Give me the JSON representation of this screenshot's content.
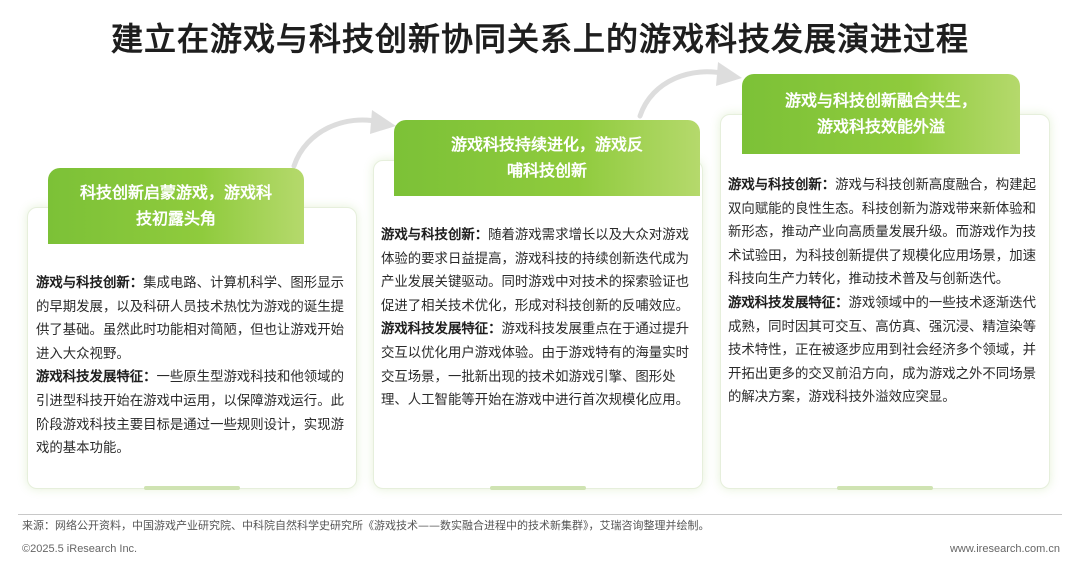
{
  "title": "建立在游戏与科技创新协同关系上的游戏科技发展演进过程",
  "stages": [
    {
      "banner_line1": "科技创新启蒙游戏，游戏科",
      "banner_line2": "技初露头角",
      "relation_label": "游戏与科技创新：",
      "relation_text": "集成电路、计算机科学、图形显示的早期发展，以及科研人员技术热忱为游戏的诞生提供了基础。虽然此时功能相对简陋，但也让游戏开始进入大众视野。",
      "feature_label": "游戏科技发展特征：",
      "feature_text": "一些原生型游戏科技和他领域的引进型科技开始在游戏中运用，以保障游戏运行。此阶段游戏科技主要目标是通过一些规则设计，实现游戏的基本功能。"
    },
    {
      "banner_line1": "游戏科技持续进化，游戏反",
      "banner_line2": "哺科技创新",
      "relation_label": "游戏与科技创新：",
      "relation_text": "随着游戏需求增长以及大众对游戏体验的要求日益提高，游戏科技的持续创新迭代成为产业发展关键驱动。同时游戏中对技术的探索验证也促进了相关技术优化，形成对科技创新的反哺效应。",
      "feature_label": "游戏科技发展特征：",
      "feature_text": "游戏科技发展重点在于通过提升交互以优化用户游戏体验。由于游戏特有的海量实时交互场景，一批新出现的技术如游戏引擎、图形处理、人工智能等开始在游戏中进行首次规模化应用。"
    },
    {
      "banner_line1": "游戏与科技创新融合共生，",
      "banner_line2": "游戏科技效能外溢",
      "relation_label": "游戏与科技创新：",
      "relation_text": "游戏与科技创新高度融合，构建起双向赋能的良性生态。科技创新为游戏带来新体验和新形态，推动产业向高质量发展升级。而游戏作为技术试验田，为科技创新提供了规模化应用场景，加速科技向生产力转化，推动技术普及与创新迭代。",
      "feature_label": "游戏科技发展特征：",
      "feature_text": "游戏领域中的一些技术逐渐迭代成熟，同时因其可交互、高仿真、强沉浸、精渲染等技术特性，正在被逐步应用到社会经济多个领域，并开拓出更多的交叉前沿方向，成为游戏之外不同场景的解决方案，游戏科技外溢效应突显。"
    }
  ],
  "footer": {
    "source": "来源：网络公开资料，中国游戏产业研究院、中科院自然科学史研究所《游戏技术——数实融合进程中的技术新集群》，艾瑞咨询整理并绘制。",
    "copyright": "©2025.5 iResearch Inc.",
    "website": "www.iresearch.com.cn"
  },
  "colors": {
    "accent_green": "#7cc137",
    "light_green": "#b5d96c",
    "arrow_gray": "#dddddd"
  }
}
